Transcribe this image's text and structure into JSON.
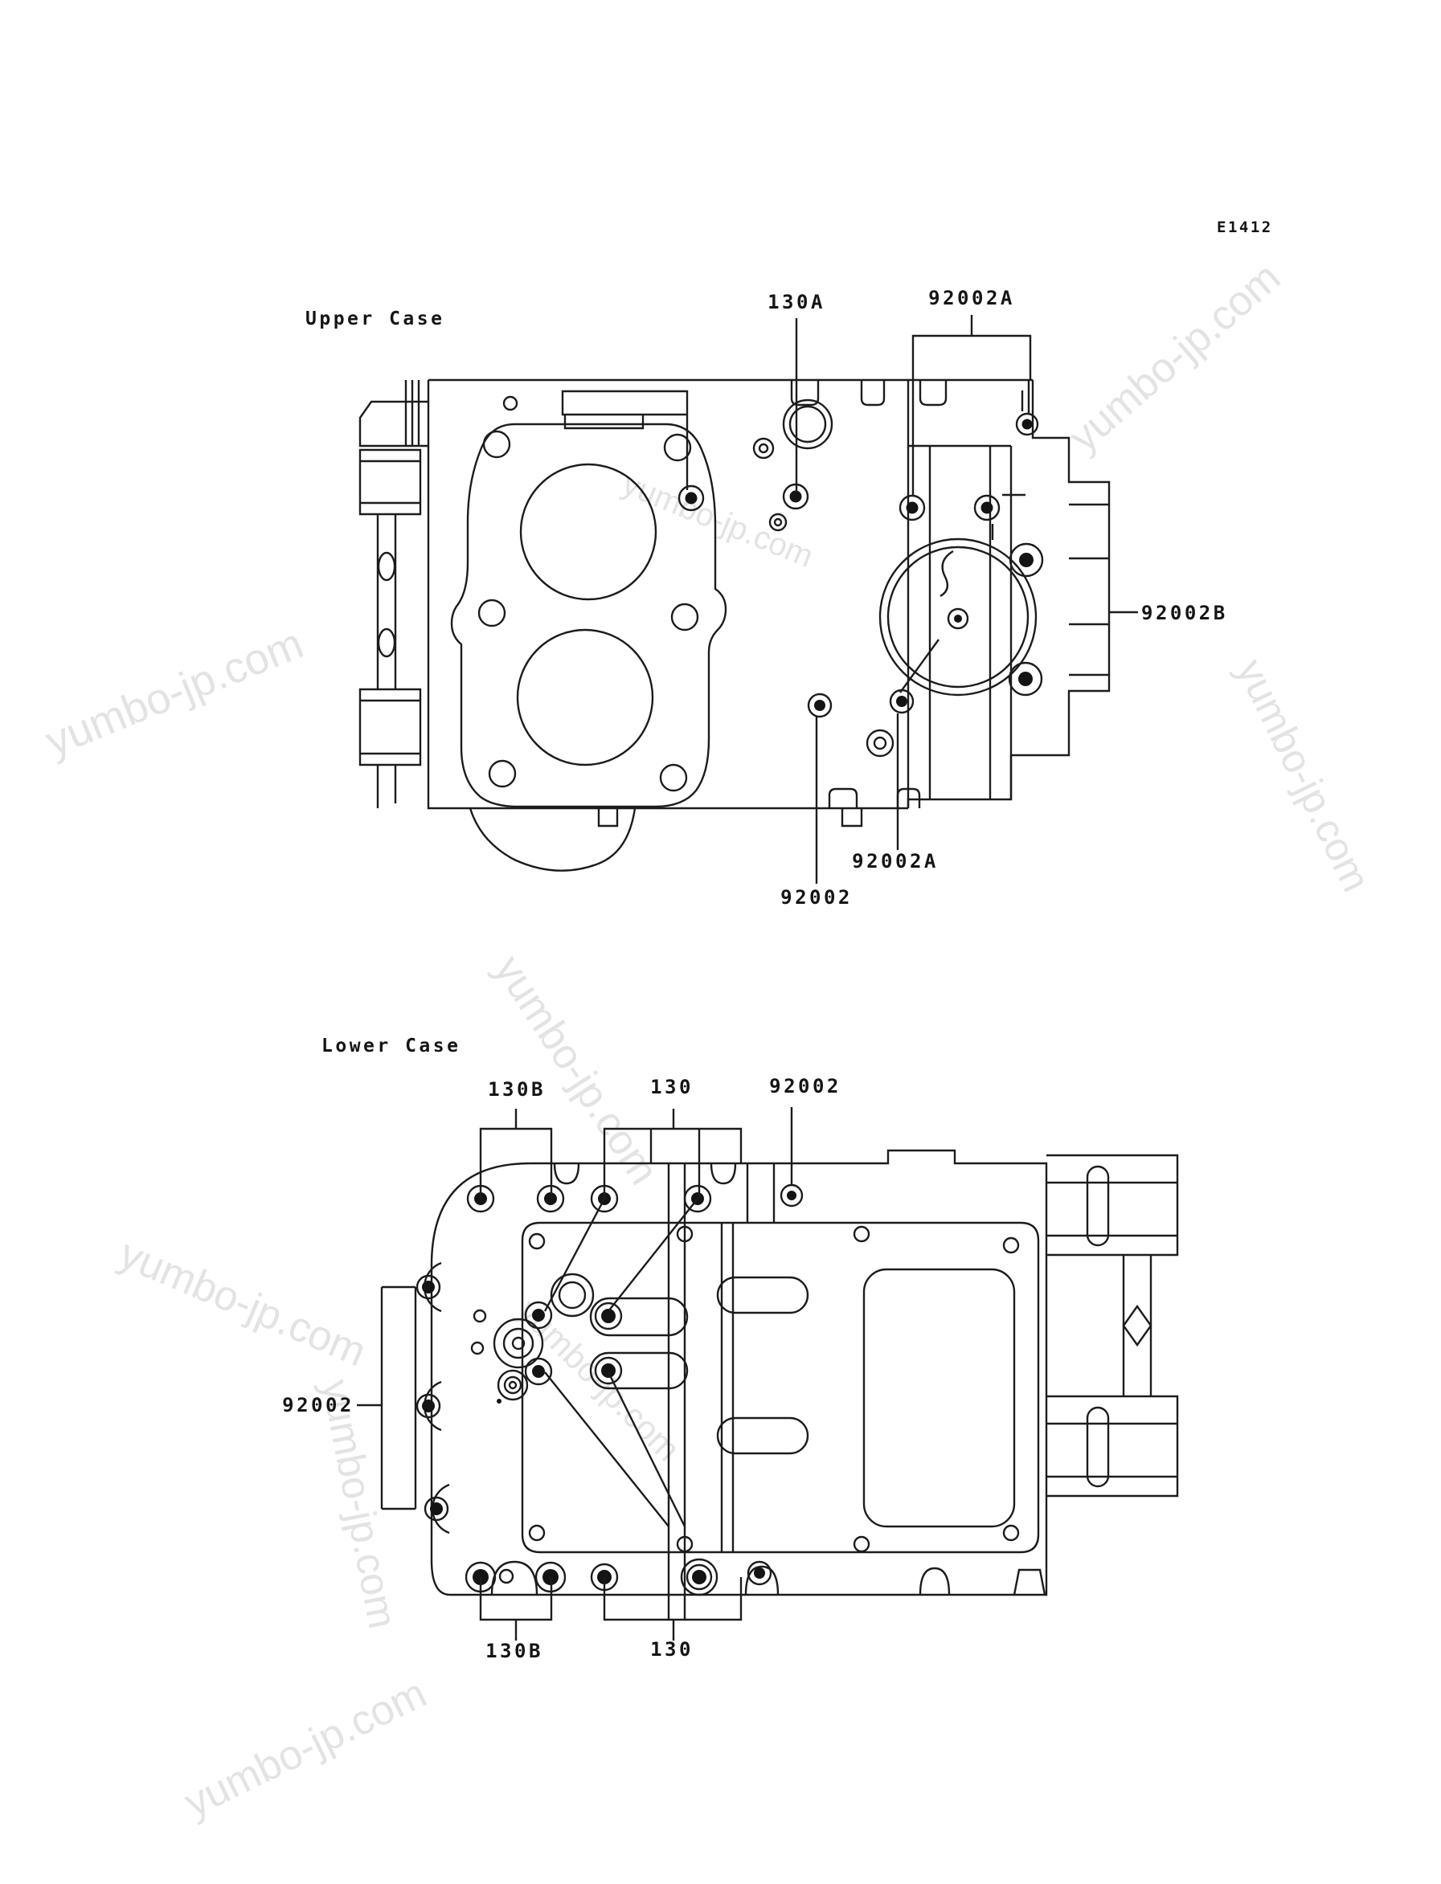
{
  "page_code": "E1412",
  "watermark": {
    "text": "yumbo-jp.com",
    "color": "#e3e3e3"
  },
  "colors": {
    "background": "#ffffff",
    "line": "#1c1c1c",
    "label": "#151515"
  },
  "upper_case": {
    "title": "Upper Case",
    "labels": {
      "l130A": "130A",
      "l92002A_top": "92002A",
      "l92002B": "92002B",
      "l92002A_bottom": "92002A",
      "l92002_bottom": "92002"
    }
  },
  "lower_case": {
    "title": "Lower Case",
    "labels": {
      "l130B_top": "130B",
      "l130_top": "130",
      "l92002_top": "92002",
      "l92002_left": "92002",
      "l130B_bottom": "130B",
      "l130_bottom": "130"
    }
  }
}
